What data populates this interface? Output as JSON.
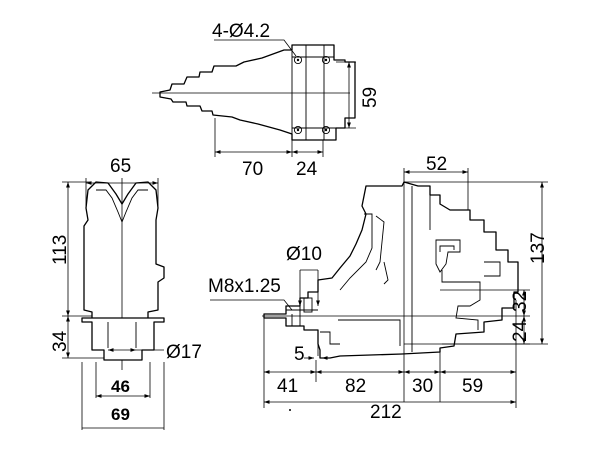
{
  "top_view": {
    "hole_label": "4-Ø4.2",
    "dim_height": "59",
    "dim_length_a": "70",
    "dim_length_b": "24"
  },
  "end_view": {
    "dim_width_top": "65",
    "dim_height_upper": "113",
    "dim_height_lower": "34",
    "dim_diameter": "Ø17",
    "dim_width_46": "46",
    "dim_width_69": "69"
  },
  "side_view": {
    "dim_52": "52",
    "dim_137": "137",
    "dim_32": "32",
    "dim_24": "24",
    "dim_dia10": "Ø10",
    "thread_label": "M8x1.25",
    "dim_5": "5",
    "dim_41": "41",
    "dim_82": "82",
    "dim_30": "30",
    "dim_59": "59",
    "dim_212": "212"
  }
}
